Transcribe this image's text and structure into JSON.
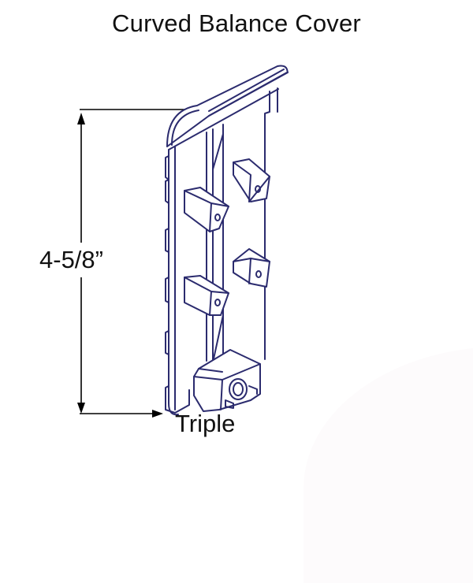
{
  "diagram": {
    "title": "Curved Balance Cover",
    "dimension": {
      "label": "4-5/8”",
      "orientation": "vertical"
    },
    "caption": "Triple",
    "part_name": "curved-balance-cover",
    "colors": {
      "line_art": "#2b2b6e",
      "dimension_lines": "#000000",
      "text": "#111111",
      "background": "#ffffff"
    }
  }
}
